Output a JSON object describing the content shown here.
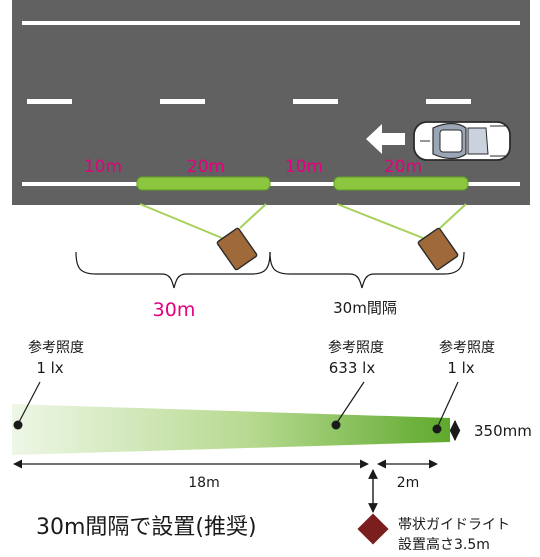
{
  "road": {
    "segment_labels": [
      "10m",
      "20m",
      "10m",
      "20m"
    ]
  },
  "brackets": {
    "left_label": "30m",
    "right_label": "30m間隔"
  },
  "illuminance": [
    {
      "heading": "参考照度",
      "value": "1 lx"
    },
    {
      "heading": "参考照度",
      "value": "633 lx"
    },
    {
      "heading": "参考照度",
      "value": "1 lx"
    }
  ],
  "dimensions": {
    "height": "350mm",
    "distance_long": "18m",
    "distance_short": "2m"
  },
  "caption": "30m間隔で設置(推奨)",
  "legend": {
    "line1": "帯状ガイドライト",
    "line2": "設置高さ3.5m"
  },
  "colors": {
    "road": "#616161",
    "lane_marking": "#ffffff",
    "lit_zone": "#8cc63f",
    "lit_zone_border": "#5e9e28",
    "accent_label": "#e4007f",
    "light_fixture": "#a0693a",
    "light_fixture_dark": "#7a1e1e",
    "gradient_start": "#eef7e6",
    "gradient_end": "#5ea92c"
  }
}
